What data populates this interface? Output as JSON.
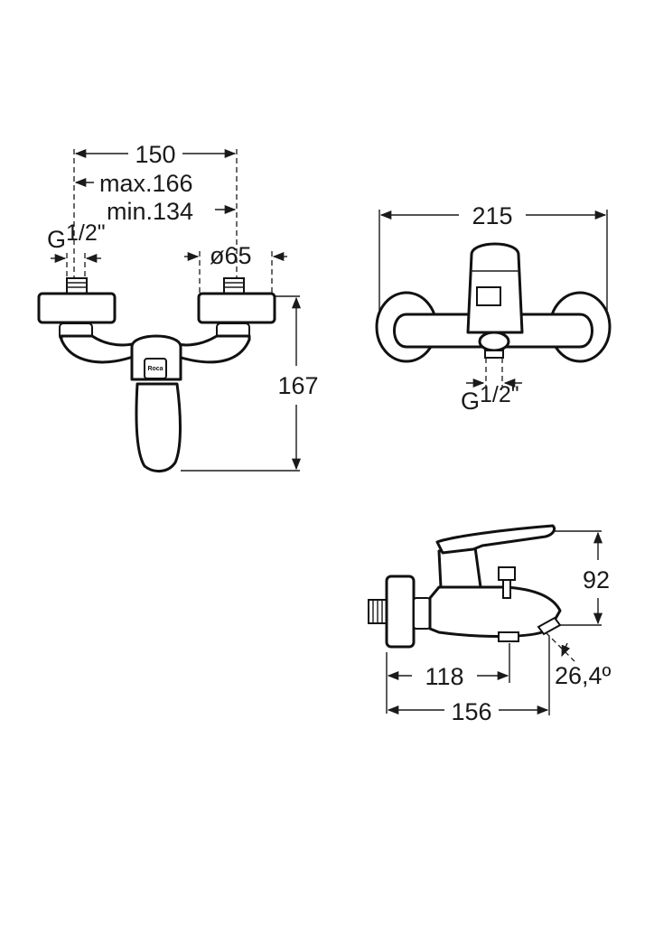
{
  "front_view": {
    "width_label": "150",
    "max_label": "max.166",
    "min_label": "min.134",
    "thread_label": "G",
    "thread_fraction": "1/2\"",
    "diameter_label": "ø65",
    "height_label": "167",
    "logo_text": "Roca"
  },
  "top_view": {
    "width_label": "215",
    "thread_label": "G",
    "thread_fraction": "1/2\""
  },
  "side_view": {
    "height_label": "92",
    "spout_depth_label": "118",
    "total_depth_label": "156",
    "angle_label": "26,4º"
  }
}
